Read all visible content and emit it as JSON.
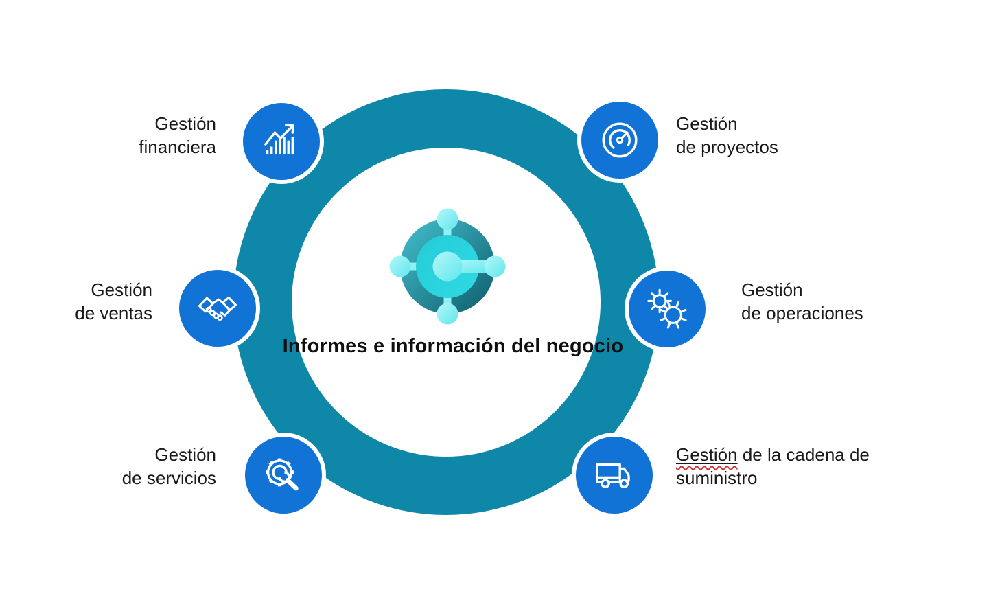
{
  "diagram": {
    "colors": {
      "ring_teal": "#0e87a8",
      "node_blue": "#1273d6",
      "label_text": "#1a1a1a",
      "squiggle_red": "#d13438",
      "logo_sphere_dark": "#0d5c6b",
      "logo_sphere_light": "#45c0cd",
      "logo_inner_turquoise": "#29d2dc",
      "logo_light_cyan": "#a9f3f6"
    },
    "center": {
      "logo_icon": "business-central-logo",
      "title_line1": "Informes e",
      "title_line2": "información del negocio"
    },
    "nodes": [
      {
        "id": "financiera",
        "position": "top-left",
        "icon": "growth-chart-icon",
        "line1": "Gestión",
        "line2": "financiera"
      },
      {
        "id": "proyectos",
        "position": "top-right",
        "icon": "gauge-icon",
        "line1": "Gestión",
        "line2": "de proyectos"
      },
      {
        "id": "ventas",
        "position": "middle-left",
        "icon": "handshake-icon",
        "line1": "Gestión",
        "line2": "de ventas"
      },
      {
        "id": "operaciones",
        "position": "middle-right",
        "icon": "gears-icon",
        "line1": "Gestión",
        "line2": "de operaciones"
      },
      {
        "id": "servicios",
        "position": "bottom-left",
        "icon": "gear-wrench-icon",
        "line1": "Gestión",
        "line2": "de servicios"
      },
      {
        "id": "suministro",
        "position": "bottom-right",
        "icon": "truck-icon",
        "underlined_word": "Gestión",
        "line1_rest": " de la cadena de",
        "line2": "suministro"
      }
    ]
  }
}
